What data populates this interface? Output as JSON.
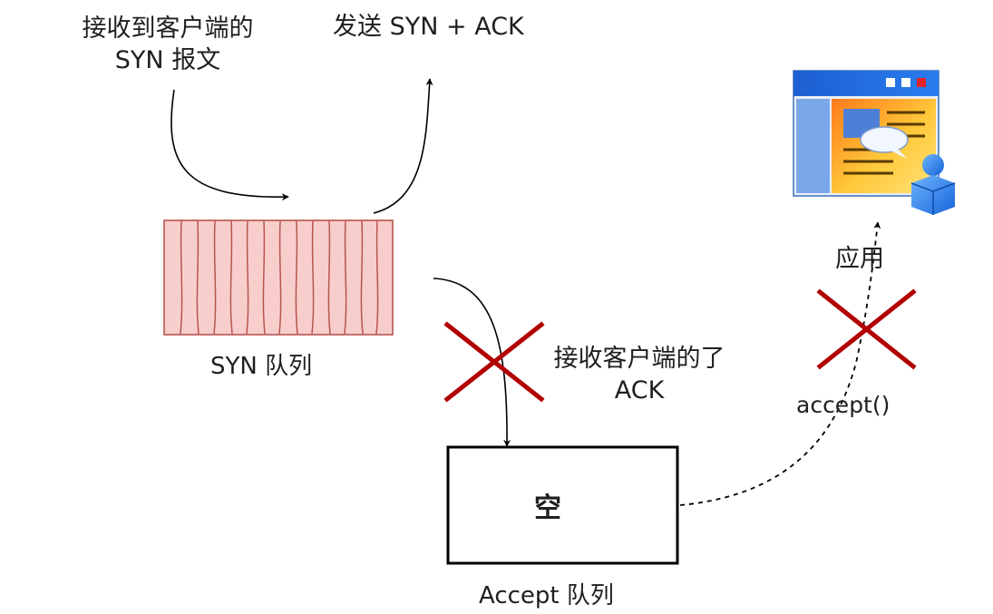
{
  "labels": {
    "receive_client_syn": "接收到客户端的\nSYN 报文",
    "send_syn_ack": "发送 SYN + ACK",
    "syn_queue": "SYN 队列",
    "receive_client_ack": "接收客户端的了\nACK",
    "accept_queue": "Accept 队列",
    "accept_queue_content": "空",
    "application": "应用",
    "accept_call": "accept()"
  },
  "colors": {
    "syn_queue_fill": "#f8cecc",
    "syn_queue_stroke": "#b85450",
    "cross_mark": "#b20000",
    "arrow": "#000000"
  },
  "icons": {
    "application": "application-window-user-icon"
  },
  "blocked_paths": [
    "syn-queue-to-accept-queue",
    "accept-queue-to-application"
  ]
}
